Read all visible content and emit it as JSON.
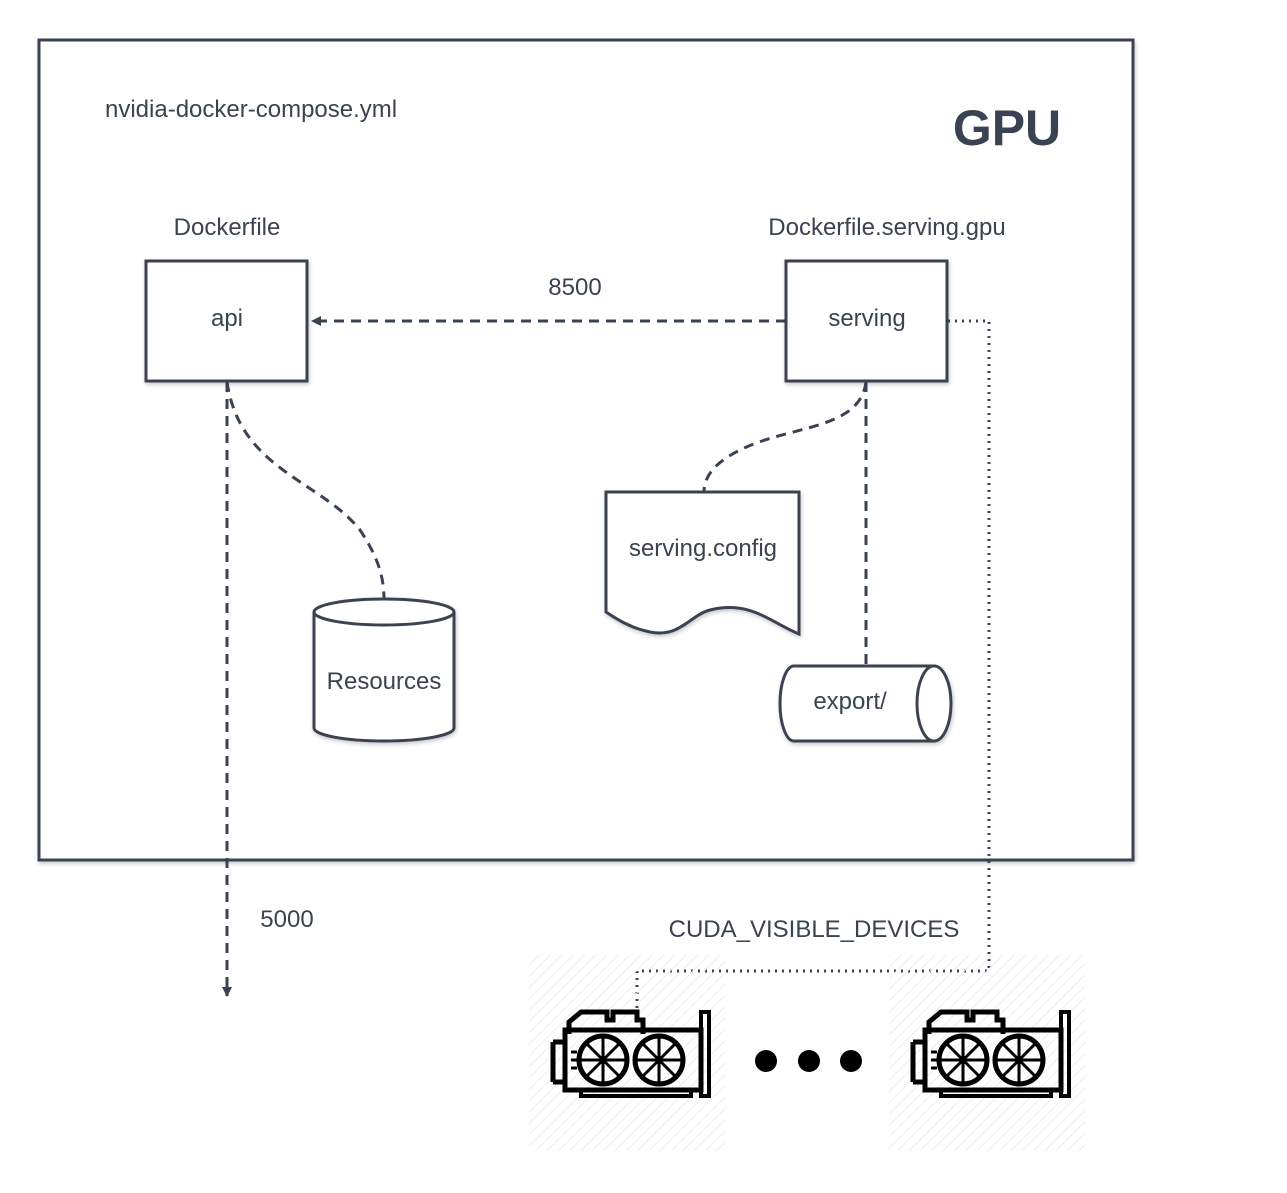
{
  "colors": {
    "stroke": "#3a4351",
    "text": "#3a4351",
    "background": "#ffffff",
    "gpu_icon": "#000000"
  },
  "container": {
    "file_label": "nvidia-docker-compose.yml",
    "title": "GPU"
  },
  "api": {
    "dockerfile_label": "Dockerfile",
    "label": "api"
  },
  "serving": {
    "dockerfile_label": "Dockerfile.serving.gpu",
    "label": "serving"
  },
  "nodes": {
    "resources_label": "Resources",
    "serving_config_label": "serving.config",
    "export_label": "export/"
  },
  "ports": {
    "grpc": "8500",
    "http": "5000"
  },
  "gpus": {
    "env_label": "CUDA_VISIBLE_DEVICES",
    "icon": "graphics-card-icon",
    "separator": "ellipsis-dots"
  }
}
